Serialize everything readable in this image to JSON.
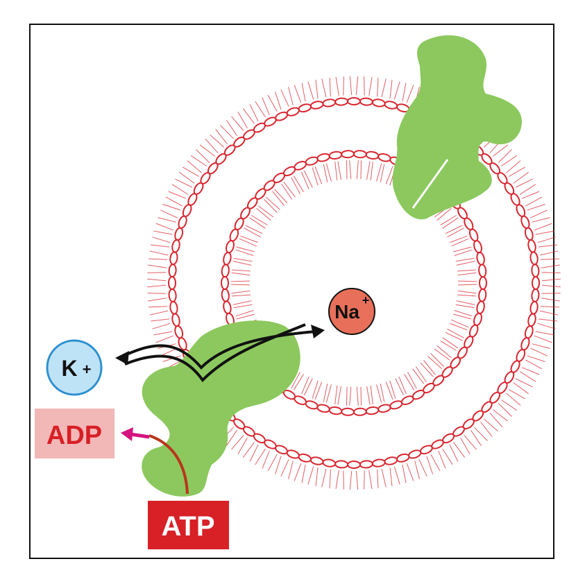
{
  "diagram": {
    "colors": {
      "membrane": "#d9262f",
      "protein": "#8cc85e",
      "sodium_fill": "#e8705a",
      "potassium_fill": "#bfe3f6",
      "potassium_stroke": "#2e8fd0",
      "adp_box": "#f2b8b8",
      "adp_text": "#d91f26",
      "atp_box": "#d82027",
      "atp_text": "#ffffff",
      "phosphate_arrow": "#d4147f",
      "atp_curve": "#b8361c",
      "transport_arrow": "#111111"
    },
    "labels": {
      "sodium": {
        "symbol": "Na",
        "charge": "+"
      },
      "potassium": {
        "symbol": "K",
        "charge": "+"
      },
      "adp": "ADP",
      "atp": "ATP"
    },
    "icons": {
      "membrane": "phospholipid-bilayer-icon",
      "pump_top": "protein-pump-icon",
      "pump_bottom": "protein-pump-icon"
    }
  }
}
